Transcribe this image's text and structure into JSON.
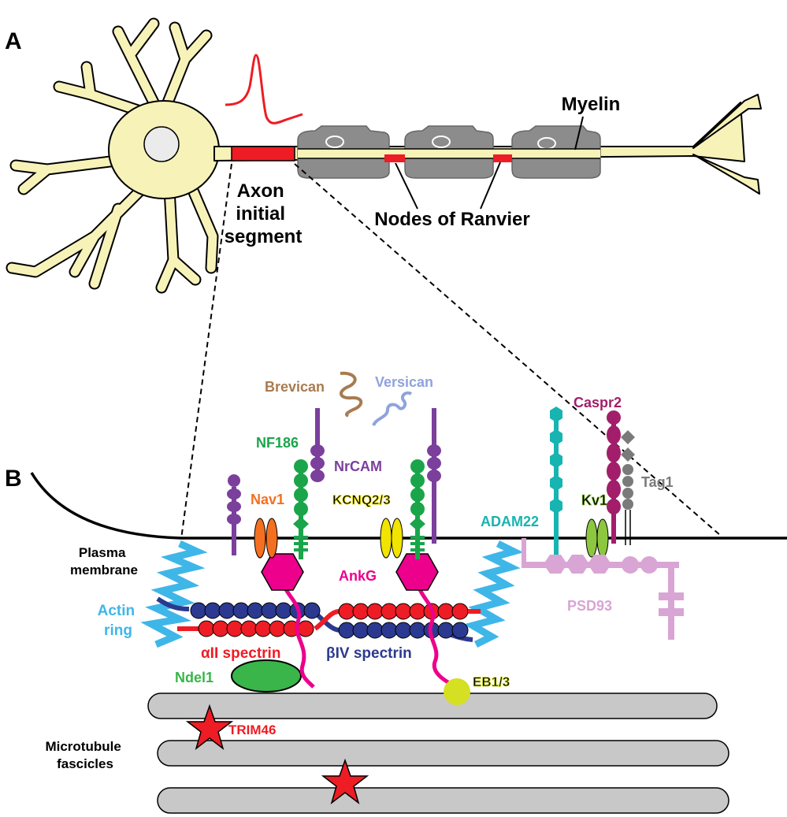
{
  "panel_a": {
    "label": "A",
    "axon_initial_segment": [
      "Axon",
      "initial",
      "segment"
    ],
    "nodes_of_ranvier": "Nodes of Ranvier",
    "myelin": "Myelin"
  },
  "panel_b": {
    "label": "B",
    "plasma_membrane": [
      "Plasma",
      "membrane"
    ],
    "actin_ring": [
      "Actin",
      "ring"
    ],
    "microtubule_fascicles": [
      "Microtubule",
      "fascicles"
    ],
    "proteins": {
      "brevican": "Brevican",
      "versican": "Versican",
      "nf186": "NF186",
      "nrcam": "NrCAM",
      "nav1": "Nav1",
      "kcnq": "KCNQ2/3",
      "ankg": "AnkG",
      "aii_spectrin": "αII spectrin",
      "biv_spectrin": "βIV spectrin",
      "ndel1": "Ndel1",
      "eb13": "EB1/3",
      "trim46": "TRIM46",
      "adam22": "ADAM22",
      "caspr2": "Caspr2",
      "tag1": "Tag1",
      "kv1": "Kv1",
      "psd93": "PSD93"
    }
  },
  "colors": {
    "soma": "#f7f2b8",
    "myelin": "#8c8c8c",
    "ais": "#ee1c24",
    "actin": "#3fb6e8",
    "nrcam": "#7b3f9c",
    "nf186": "#1aa54b",
    "nav1": "#f37021",
    "kcnq": "#f0e400",
    "ankg": "#ec008c",
    "aii_spectrin": "#ee1c24",
    "biv_spectrin": "#2b3990",
    "ndel1": "#39b54a",
    "eb13": "#d4e021",
    "adam22": "#17b4b1",
    "caspr2": "#a21e6b",
    "tag1": "#7a7a7a",
    "kv1": "#8dc63f",
    "psd93": "#d9a5d4",
    "brevican": "#a87b4f",
    "versican": "#8fa3dc",
    "microtubule": "#c8c8c8"
  }
}
